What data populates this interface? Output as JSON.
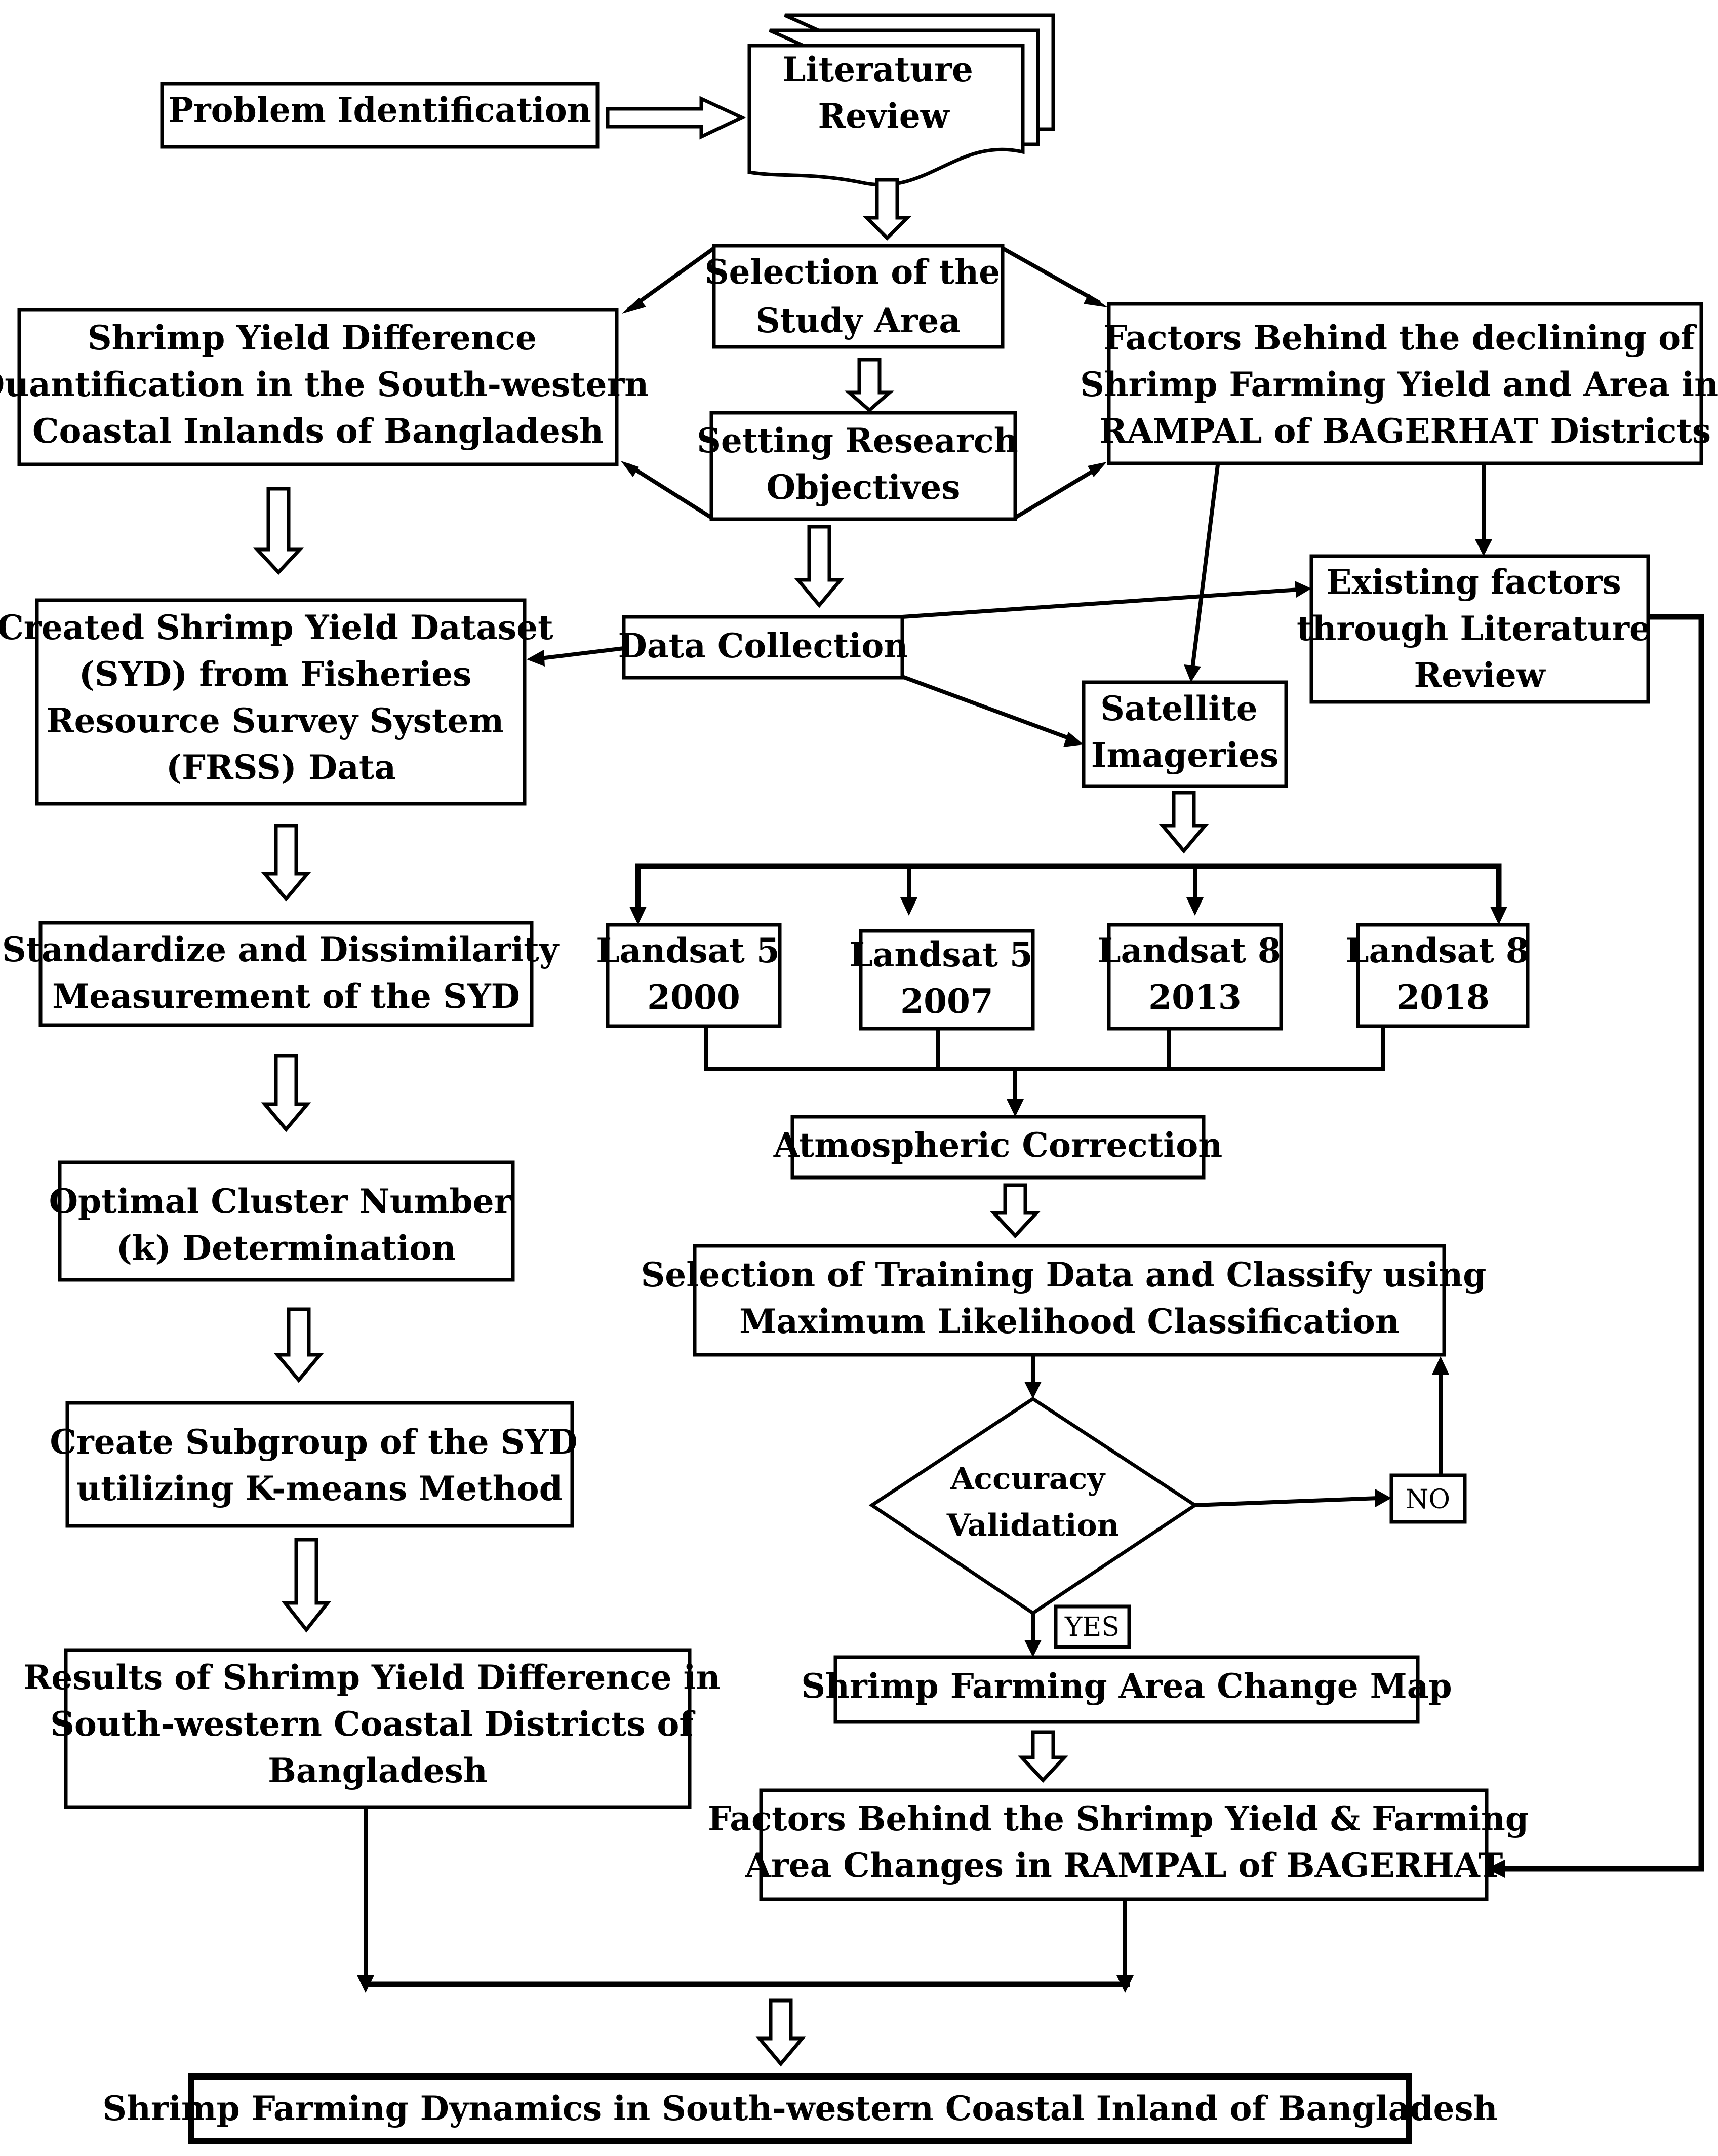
{
  "nodes": {
    "problem_identification": [
      "Problem Identification"
    ],
    "literature_review": [
      "Literature",
      "Review"
    ],
    "selection_study_area": [
      "Selection of the",
      "Study Area"
    ],
    "setting_objectives": [
      "Setting Research",
      "Objectives"
    ],
    "yield_difference_quantification": [
      "Shrimp Yield Difference",
      "Quantification in the South-western",
      "Coastal Inlands of Bangladesh"
    ],
    "factors_declining": [
      "Factors Behind the declining of",
      "Shrimp Farming Yield and Area in",
      "RAMPAL of BAGERHAT Districts"
    ],
    "data_collection": [
      "Data Collection"
    ],
    "existing_factors": [
      "Existing factors",
      "through Literature",
      "Review"
    ],
    "created_syd": [
      "Created Shrimp Yield Dataset",
      "(SYD) from Fisheries",
      "Resource Survey System",
      "(FRSS) Data"
    ],
    "satellite_imageries": [
      "Satellite",
      "Imageries"
    ],
    "landsat_5_2000": [
      "Landsat 5",
      "2000"
    ],
    "landsat_5_2007": [
      "Landsat 5",
      "2007"
    ],
    "landsat_8_2013": [
      "Landsat 8",
      "2013"
    ],
    "landsat_8_2018": [
      "Landsat 8",
      "2018"
    ],
    "standardize": [
      "Standardize and Dissimilarity",
      "Measurement of the SYD"
    ],
    "atmospheric_correction": [
      "Atmospheric Correction"
    ],
    "optimal_cluster": [
      "Optimal Cluster Number",
      "(k) Determination"
    ],
    "training_data": [
      "Selection of Training Data and Classify using",
      "Maximum Likelihood Classification"
    ],
    "create_subgroup": [
      "Create Subgroup of the SYD",
      "utilizing K-means Method"
    ],
    "accuracy_validation": [
      "Accuracy",
      "Validation"
    ],
    "no_label": [
      "NO"
    ],
    "yes_label": [
      "YES"
    ],
    "results_yield_difference": [
      "Results of Shrimp Yield Difference in",
      "South-western Coastal Districts of",
      "Bangladesh"
    ],
    "area_change_map": [
      "Shrimp Farming Area Change Map"
    ],
    "factors_changes": [
      "Factors Behind the Shrimp Yield & Farming",
      "Area Changes in RAMPAL of BAGERHAT"
    ],
    "final_outcome": [
      "Shrimp Farming Dynamics in South-western Coastal Inland of Bangladesh"
    ]
  }
}
